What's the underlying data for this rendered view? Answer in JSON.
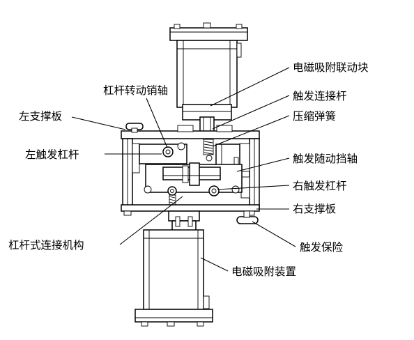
{
  "labels": {
    "electromagnet_block": "电磁吸附联动块",
    "lever_pivot_pin": "杠杆转动销轴",
    "trigger_link_rod": "触发连接杆",
    "compression_spring": "压缩弹簧",
    "left_support_plate": "左支撑板",
    "left_trigger_lever": "左触发杠杆",
    "trigger_follower_shaft": "触发随动挡轴",
    "right_trigger_lever": "右触发杠杆",
    "right_support_plate": "右支撑板",
    "lever_linkage": "杠杆式连接机构",
    "trigger_safety": "触发保险",
    "electromagnet_device": "电磁吸附装置"
  }
}
